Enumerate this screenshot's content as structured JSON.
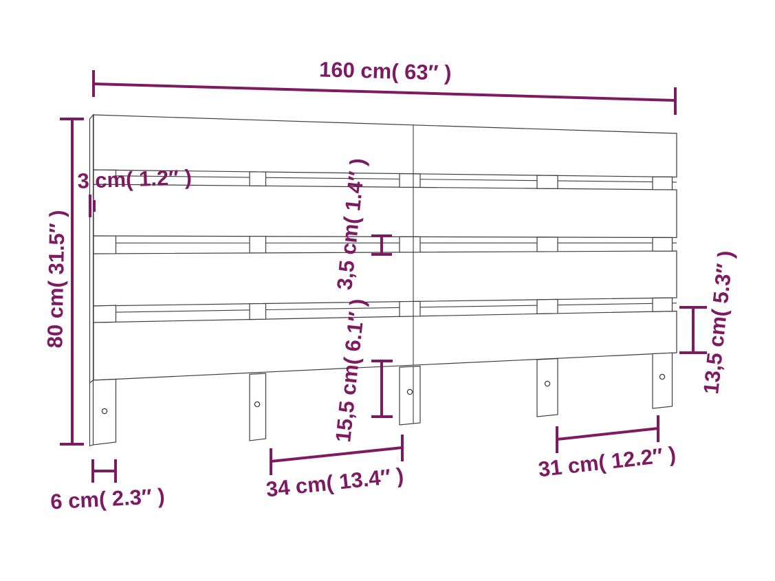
{
  "diagram": {
    "type": "technical-drawing",
    "subject": "bed headboard with four horizontal slats and five legs",
    "colors": {
      "dimension": "#7d1a62",
      "outline": "#3d3d3d",
      "background": "#ffffff"
    },
    "structure": {
      "slat_count": 4,
      "leg_count": 5,
      "screw_hole_count": 5
    },
    "dimensions": {
      "overall_width": "160 cm( 63″ )",
      "overall_height": "80 cm( 31.5″ )",
      "board_thickness": "3 cm( 1.2″ )",
      "slat_gap": "3,5 cm( 1.4″ )",
      "leg_length": "15,5 cm( 6.1″ )",
      "slat_width": "13,5 cm( 5.3″ )",
      "leg_width": "6 cm( 2.3″ )",
      "leg_spacing_middle": "34 cm( 13.4″ )",
      "leg_spacing_right": "31 cm( 12.2″ )"
    }
  }
}
